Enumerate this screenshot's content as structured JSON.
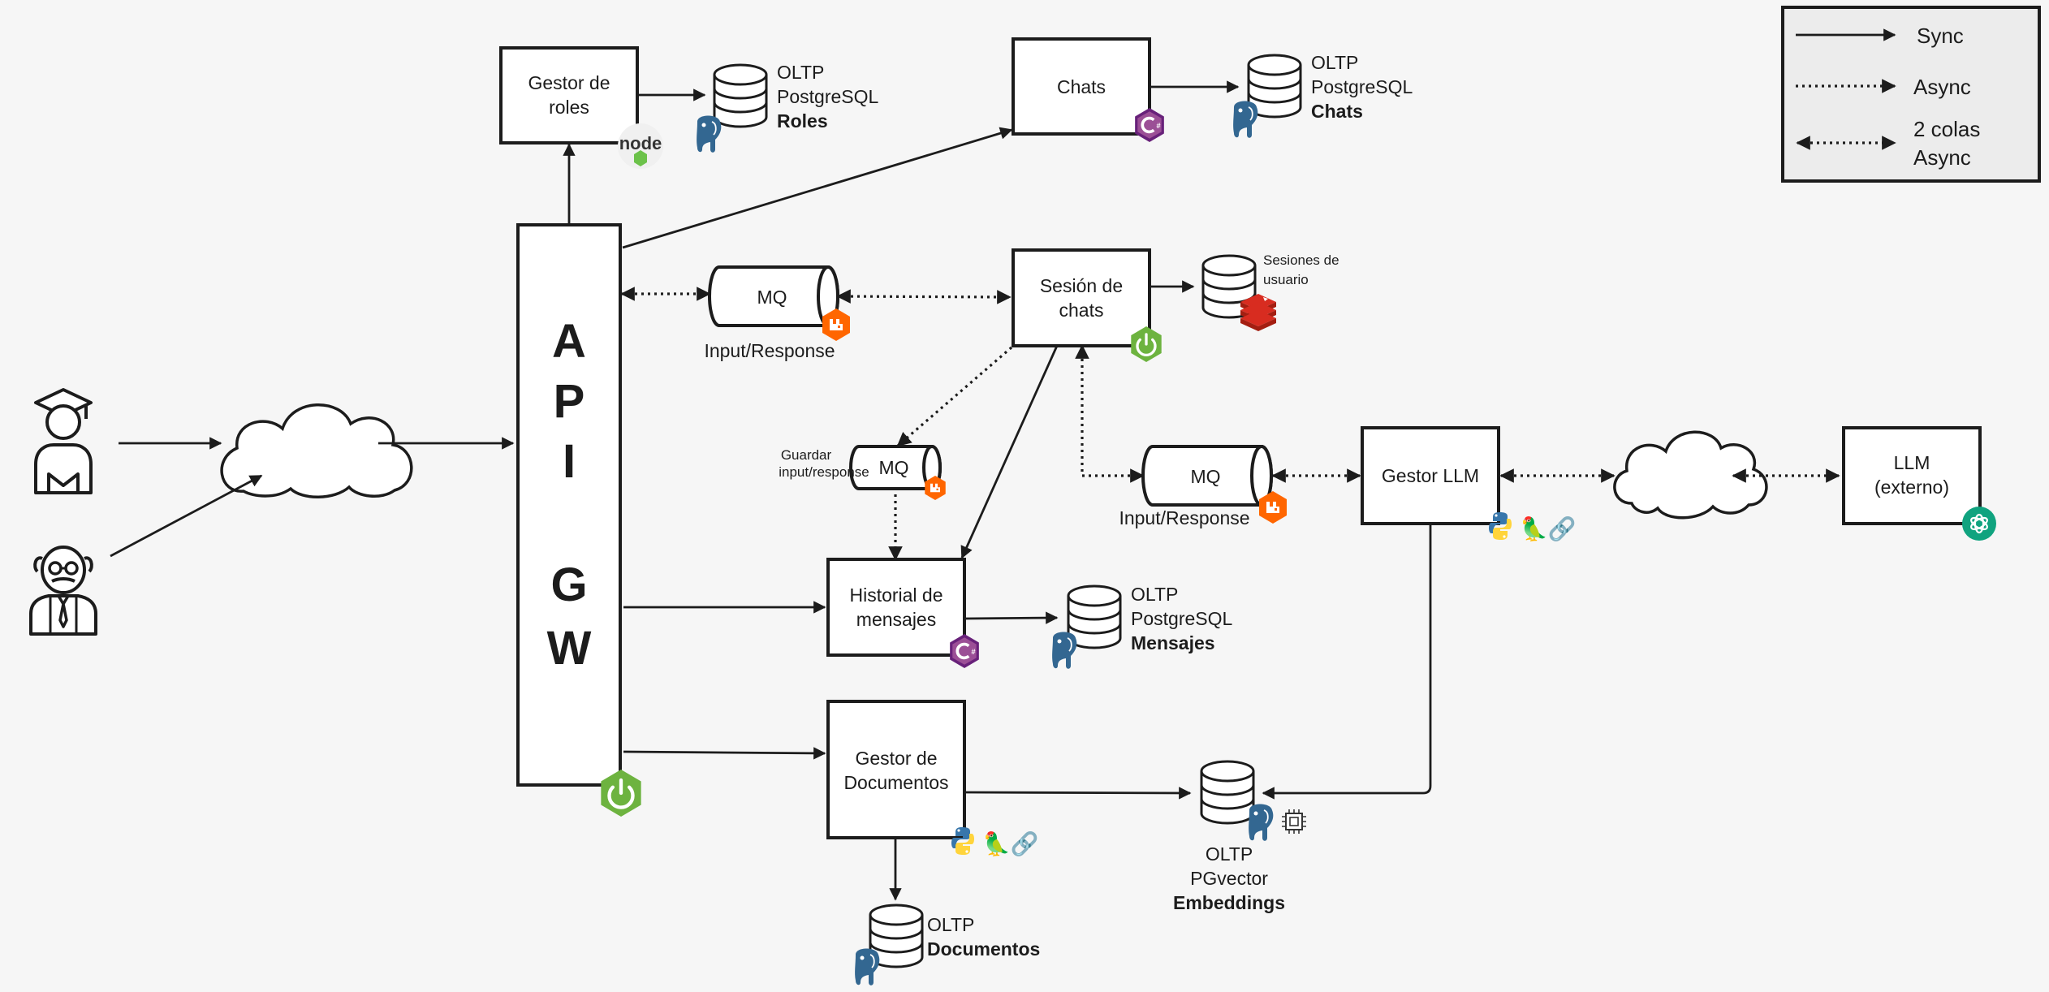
{
  "actors": {
    "student": "student-icon",
    "teacher": "teacher-icon"
  },
  "nodes": {
    "apigw": [
      "A",
      "P",
      "I",
      "G",
      "W"
    ],
    "gestor_roles": [
      "Gestor de",
      "roles"
    ],
    "chats": "Chats",
    "sesion_chats": [
      "Sesión de",
      "chats"
    ],
    "historial": [
      "Historial de",
      "mensajes"
    ],
    "gestor_docs": [
      "Gestor de",
      "Documentos"
    ],
    "gestor_llm": "Gestor LLM",
    "llm": [
      "LLM",
      "(externo)"
    ],
    "mq": "MQ"
  },
  "queues": {
    "mq1_caption": "Input/Response",
    "mq2_caption": "Input/Response",
    "mq_save_caption": [
      "Guardar",
      "input/response"
    ]
  },
  "databases": {
    "roles": [
      "OLTP",
      "PostgreSQL",
      "Roles"
    ],
    "chats": [
      "OLTP",
      "PostgreSQL",
      "Chats"
    ],
    "sesiones": [
      "Sesiones de",
      "usuario"
    ],
    "mensajes": [
      "OLTP",
      "PostgreSQL",
      "Mensajes"
    ],
    "embeddings": [
      "OLTP",
      "PGvector",
      "Embeddings"
    ],
    "documentos": [
      "OLTP",
      "Documentos"
    ]
  },
  "legend": {
    "sync": "Sync",
    "async": "Async",
    "two_queues": [
      "2 colas",
      "Async"
    ]
  },
  "tech_badges": {
    "node": "node",
    "spring": "spring-icon",
    "rabbitmq": "rabbitmq-icon",
    "csharp": "csharp-icon",
    "redis": "redis-icon",
    "python": "python-icon",
    "langchain": "🦜🔗",
    "openai": "openai-icon"
  },
  "colors": {
    "spring": "#6db33f",
    "rabbitmq": "#ff6600",
    "csharp": "#68217a",
    "postgres": "#336791",
    "redis": "#d82c20",
    "openai": "#10a37f",
    "python_blue": "#3776ab",
    "python_yellow": "#ffd43b",
    "legend_bg": "#ececec"
  }
}
